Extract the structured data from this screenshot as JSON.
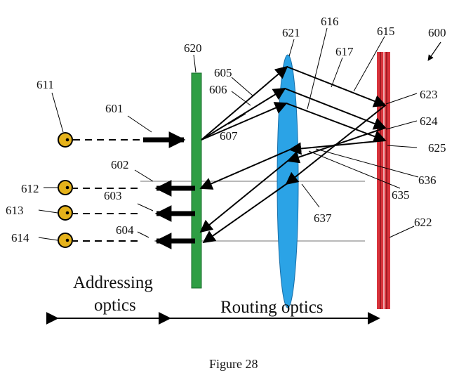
{
  "figure": {
    "caption": "Figure 28",
    "labels": {
      "l600": "600",
      "l601": "601",
      "l602": "602",
      "l603": "603",
      "l604": "604",
      "l605": "605",
      "l606": "606",
      "l607": "607",
      "l611": "611",
      "l612": "612",
      "l613": "613",
      "l614": "614",
      "l615": "615",
      "l616": "616",
      "l617": "617",
      "l620": "620",
      "l621": "621",
      "l622": "622",
      "l623": "623",
      "l624": "624",
      "l625": "625",
      "l635": "635",
      "l636": "636",
      "l637": "637"
    },
    "sections": {
      "addressing_line1": "Addressing",
      "addressing_line2": "optics",
      "routing": "Routing optics"
    },
    "colors": {
      "grating": "#2f9e44",
      "lens": "#2ba3e6",
      "mirror": "#d8343c",
      "port": "#e5b21b"
    }
  }
}
